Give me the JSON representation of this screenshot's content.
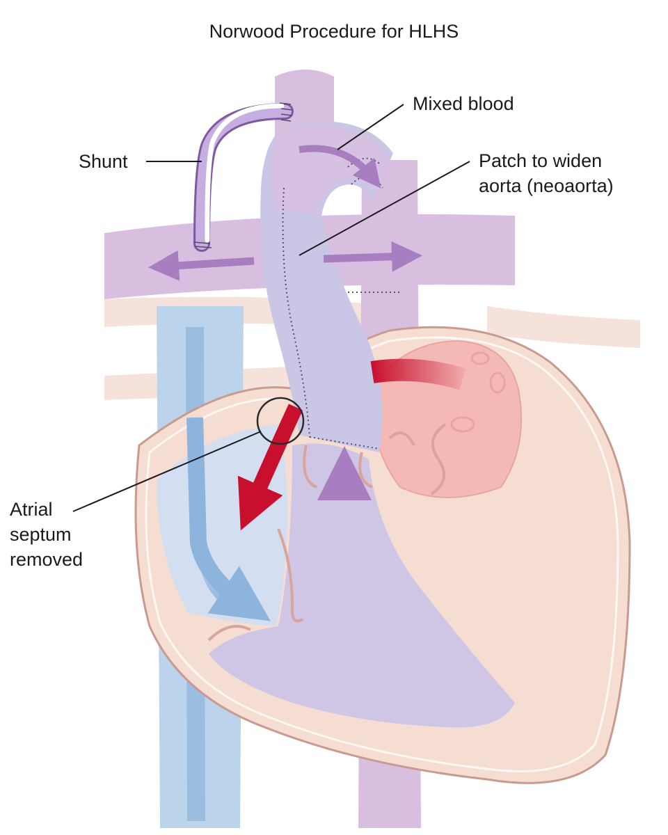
{
  "title": "Norwood Procedure for HLHS",
  "labels": {
    "shunt": "Shunt",
    "mixed_blood": "Mixed blood",
    "patch_line1": "Patch to widen",
    "patch_line2": "aorta (neoaorta)",
    "septum_line1": "Atrial",
    "septum_line2": "septum",
    "septum_line3": "removed"
  },
  "colors": {
    "oxygen_poor": "#8db4dc",
    "oxygen_rich": "#c8102e",
    "mixed": "#a77fc0",
    "vessel_purple": "#d8bfe0",
    "neoaorta": "#c9c6e6",
    "heart_pink": "#f6d9cf",
    "tissue": "#f2d8cc"
  }
}
